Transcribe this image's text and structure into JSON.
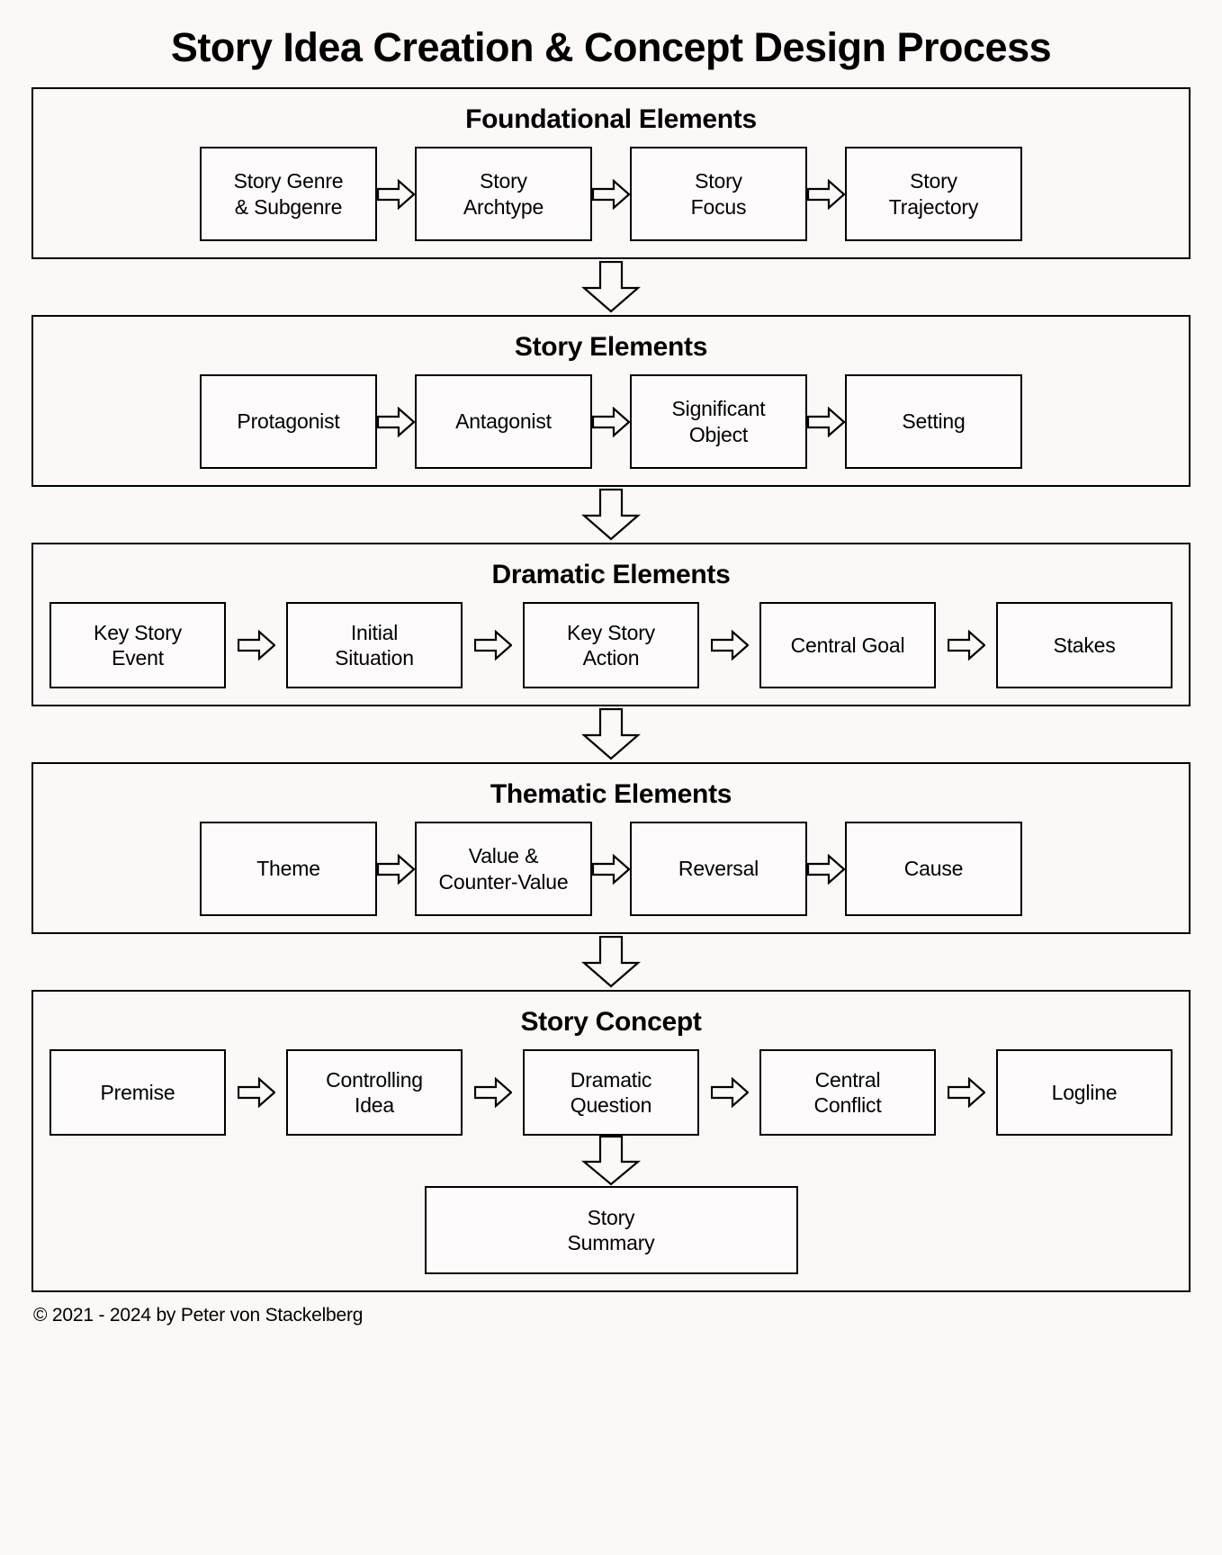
{
  "title": "Story Idea Creation & Concept Design Process",
  "sections": [
    {
      "id": "foundational-elements",
      "heading": "Foundational Elements",
      "nodes": [
        {
          "line1": "Story Genre",
          "line2": "& Subgenre"
        },
        {
          "line1": "Story",
          "line2": "Archtype"
        },
        {
          "line1": "Story",
          "line2": "Focus"
        },
        {
          "line1": "Story",
          "line2": "Trajectory"
        }
      ]
    },
    {
      "id": "story-elements",
      "heading": "Story Elements",
      "nodes": [
        {
          "line1": "Protagonist",
          "line2": ""
        },
        {
          "line1": "Antagonist",
          "line2": ""
        },
        {
          "line1": "Significant",
          "line2": "Object"
        },
        {
          "line1": "Setting",
          "line2": ""
        }
      ]
    },
    {
      "id": "dramatic-elements",
      "heading": "Dramatic Elements",
      "nodes": [
        {
          "line1": "Key Story",
          "line2": "Event"
        },
        {
          "line1": "Initial",
          "line2": "Situation"
        },
        {
          "line1": "Key Story",
          "line2": "Action"
        },
        {
          "line1": "Central Goal",
          "line2": ""
        },
        {
          "line1": "Stakes",
          "line2": ""
        }
      ]
    },
    {
      "id": "thematic-elements",
      "heading": "Thematic Elements",
      "nodes": [
        {
          "line1": "Theme",
          "line2": ""
        },
        {
          "line1": "Value &",
          "line2": "Counter-Value"
        },
        {
          "line1": "Reversal",
          "line2": ""
        },
        {
          "line1": "Cause",
          "line2": ""
        }
      ]
    },
    {
      "id": "story-concept",
      "heading": "Story Concept",
      "nodes": [
        {
          "line1": "Premise",
          "line2": ""
        },
        {
          "line1": "Controlling",
          "line2": "Idea"
        },
        {
          "line1": "Dramatic",
          "line2": "Question"
        },
        {
          "line1": "Central",
          "line2": "Conflict"
        },
        {
          "line1": "Logline",
          "line2": ""
        }
      ],
      "summary": {
        "line1": "Story",
        "line2": "Summary"
      }
    }
  ],
  "footer": "© 2021 - 2024 by Peter von Stackelberg",
  "colors": {
    "background": "#fdf8f8",
    "stroke": "#000000",
    "text": "#000000"
  }
}
